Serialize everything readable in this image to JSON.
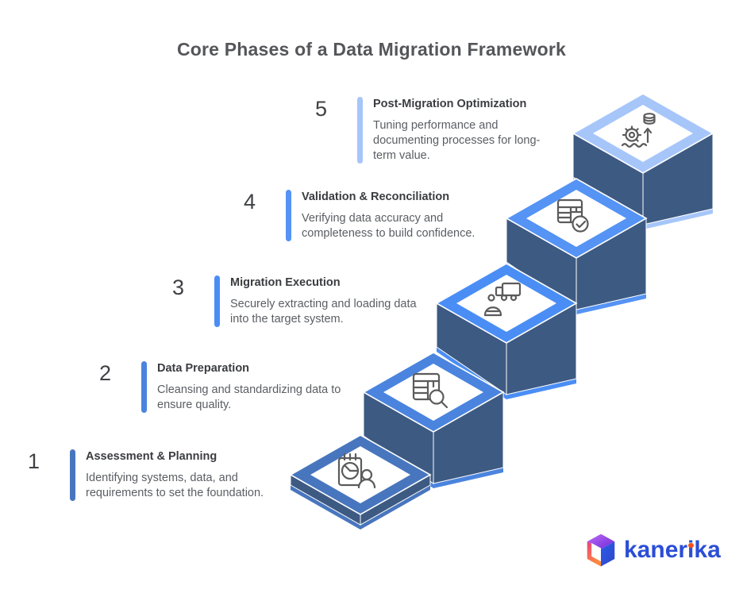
{
  "title": "Core Phases of a Data Migration Framework",
  "steps": [
    {
      "number": "1",
      "title": "Assessment & Planning",
      "description": "Identifying systems, data, and requirements to set the foundation.",
      "accent": "#4876BE",
      "icon": "calendar-planning-icon"
    },
    {
      "number": "2",
      "title": "Data Preparation",
      "description": "Cleansing and standardizing data to ensure quality.",
      "accent": "#4A84DE",
      "icon": "table-search-icon"
    },
    {
      "number": "3",
      "title": "Migration Execution",
      "description": "Securely extracting and loading data into the target system.",
      "accent": "#4A8EF5",
      "icon": "robot-truck-icon"
    },
    {
      "number": "4",
      "title": "Validation & Reconciliation",
      "description": "Verifying data accuracy and completeness to build confidence.",
      "accent": "#5593F4",
      "icon": "table-check-icon"
    },
    {
      "number": "5",
      "title": "Post-Migration Optimization",
      "description": "Tuning performance and documenting processes for long-term value.",
      "accent": "#A6C6FA",
      "icon": "gear-database-upgrade-icon"
    }
  ],
  "staircase": {
    "body_color": "#3D5A82",
    "platform_color": "#FFFFFF",
    "icon_stroke": "#5B5B5B"
  },
  "logo": {
    "text": "kanerika",
    "wordmark_color": "#2B4ED6",
    "dot_color": "#F4511E"
  }
}
